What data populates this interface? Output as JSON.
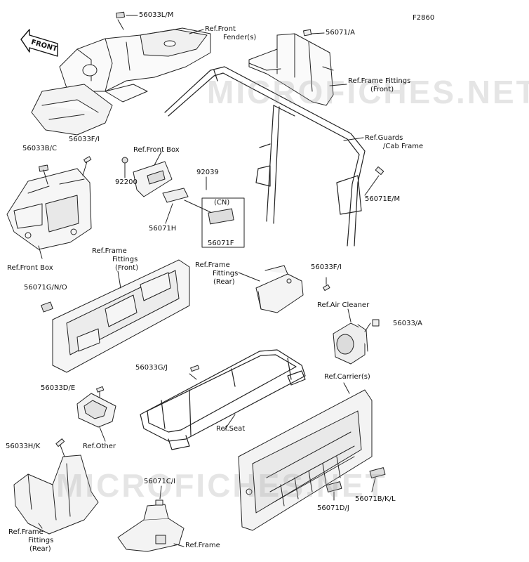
{
  "figure_code": "F2860",
  "front_arrow_text": "FRONT",
  "watermark_text": "MICROFICHES.NET",
  "labels": {
    "p56033LM": "56033L/M",
    "ref_front_fender": "Ref.Front",
    "ref_front_fender_2": "Fender(s)",
    "p56071A": "56071/A",
    "ref_frame_fittings_front_top": "Ref.Frame Fittings",
    "ref_frame_fittings_front_top_2": "(Front)",
    "ref_guards": "Ref.Guards",
    "ref_guards_2": "/Cab Frame",
    "p56033BC": "56033B/C",
    "p56033FI_a": "56033F/I",
    "ref_front_box_top": "Ref.Front Box",
    "p92200": "92200",
    "p92039": "92039",
    "cn": "(CN)",
    "p56071H": "56071H",
    "p56071F": "56071F",
    "p56071EM": "56071E/M",
    "ref_front_box_bottom": "Ref.Front Box",
    "ref_frame_fittings_front_mid": "Ref.Frame",
    "ref_frame_fittings_front_mid_2": "Fittings",
    "ref_frame_fittings_front_mid_3": "(Front)",
    "ref_frame_fittings_rear_mid": "Ref.Frame",
    "ref_frame_fittings_rear_mid_2": "Fittings",
    "ref_frame_fittings_rear_mid_3": "(Rear)",
    "p56033FI_b": "56033F/I",
    "p56071GNO": "56071G/N/O",
    "ref_air_cleaner": "Ref.Air Cleaner",
    "p56033A": "56033/A",
    "p56033GJ": "56033G/J",
    "ref_carriers": "Ref.Carrier(s)",
    "p56033DE": "56033D/E",
    "ref_seat": "Ref.Seat",
    "ref_other": "Ref.Other",
    "p56033HK": "56033H/K",
    "p56071CI": "56071C/I",
    "p56071DJ": "56071D/J",
    "p56071BKL": "56071B/K/L",
    "ref_frame_fittings_rear_bottom": "Ref.Frame",
    "ref_frame_fittings_rear_bottom_2": "Fittings",
    "ref_frame_fittings_rear_bottom_3": "(Rear)",
    "ref_frame": "Ref.Frame"
  }
}
